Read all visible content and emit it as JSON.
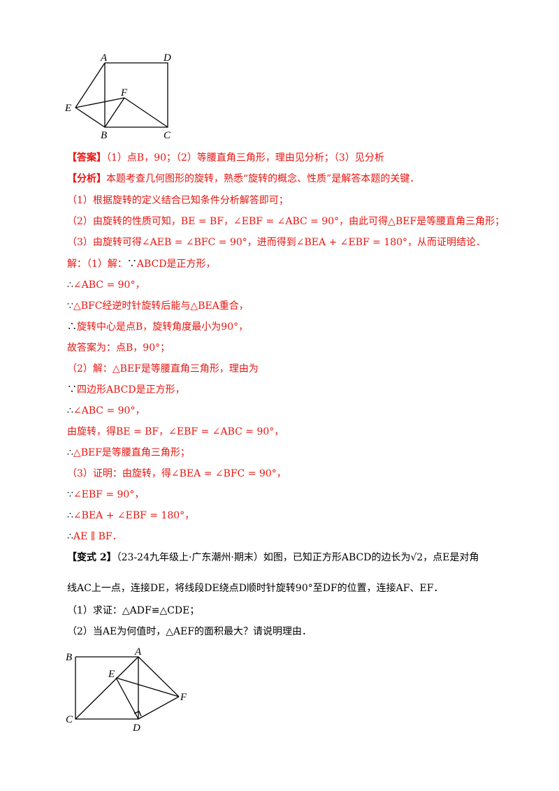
{
  "figure1": {
    "labels": {
      "A": "A",
      "D": "D",
      "F": "F",
      "E": "E",
      "B": "B",
      "C": "C"
    }
  },
  "answer": {
    "tag": "【答案】",
    "text": "（1）点B，90；（2）等腰直角三角形，理由见分析；（3）见分析"
  },
  "analysis": {
    "tag": "【分析】",
    "text": "本题考查几何图形的旋转，熟悉“旋转的概念、性质”是解答本题的关键．",
    "p1": "（1）根据旋转的定义结合已知条件分析解答即可；",
    "p2": "（2）由旋转的性质可知，BE = BF，∠EBF = ∠ABC = 90°，由此可得△BEF是等腰直角三角形；",
    "p3": "（3）由旋转可得∠AEB = ∠BFC = 90°，进而得到∠BEA + ∠EBF = 180°，从而证明结论．"
  },
  "solution": {
    "s1_prefix": "解：（1）解：",
    "s1_because": "∵",
    "s1_rest": "ABCD是正方形，",
    "s2_sym": "∴",
    "s2_rest": "∠ABC = 90°，",
    "s3_sym": "∵",
    "s3_rest": "△BFC经逆时针旋转后能与△BEA重合，",
    "s4_sym": "∴",
    "s4_rest": "旋转中心是点B，旋转角度最小为90°，",
    "s5": "故答案为：点B，90°；",
    "s6": "（2）解：△BEF是等腰直角三角形，理由为",
    "s7_sym": "∵",
    "s7_rest": "四边形ABCD是正方形，",
    "s8_sym": "∴",
    "s8_rest": "∠ABC = 90°，",
    "s9": "由旋转，得BE = BF，∠EBF = ∠ABC = 90°，",
    "s10_sym": "∴",
    "s10_rest": "△BEF是等腰直角三角形；",
    "s11": "（3）证明：由旋转，得∠BEA = ∠BFC = 90°，",
    "s12_sym": "∵",
    "s12_rest": "∠EBF = 90°，",
    "s13_sym": "∴",
    "s13_rest": "∠BEA + ∠EBF = 180°，",
    "s14_sym": "∴",
    "s14_rest": "AE ∥ BF．"
  },
  "variant": {
    "tag": "【变式 2】",
    "q1": "（23-24九年级上·广东潮州·期末）如图，已知正方形ABCD的边长为√2，点E是对角",
    "q2": "线AC上一点，连接DE，将线段DE绕点D顺时针旋转90°至DF的位置，连接AF、EF．",
    "q3": "（1）求证：△ADF≌△CDE；",
    "q4": "（2）当AE为何值时，△AEF的面积最大？请说明理由．"
  },
  "figure2": {
    "labels": {
      "B": "B",
      "A": "A",
      "E": "E",
      "F": "F",
      "C": "C",
      "D": "D"
    }
  }
}
